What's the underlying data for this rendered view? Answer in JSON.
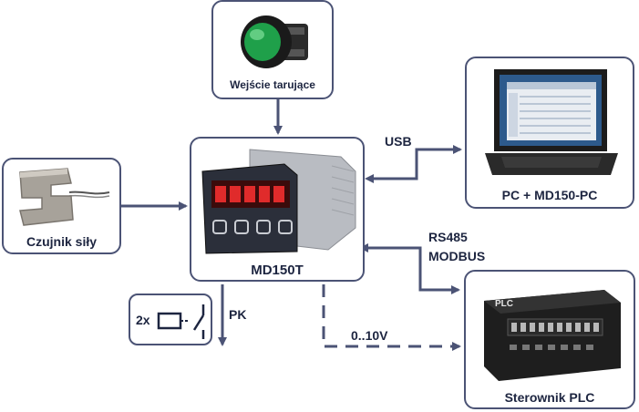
{
  "nodes": {
    "tare": {
      "caption": "Wejście tarujące"
    },
    "sensor": {
      "caption": "Czujnik siły"
    },
    "meter": {
      "caption": "MD150T"
    },
    "pc": {
      "caption": "PC + MD150-PC"
    },
    "plc": {
      "caption": "Sterownik PLC",
      "device_text": "PLC"
    },
    "relay": {
      "count": "2x"
    }
  },
  "connections": {
    "usb": "USB",
    "rs485_line1": "RS485",
    "rs485_line2": "MODBUS",
    "analog": "0..10V",
    "relay_out": "PK"
  },
  "colors": {
    "line": "#4b5375",
    "border": "#4b5375",
    "text": "#1d2540",
    "button": "#1fa04a"
  }
}
